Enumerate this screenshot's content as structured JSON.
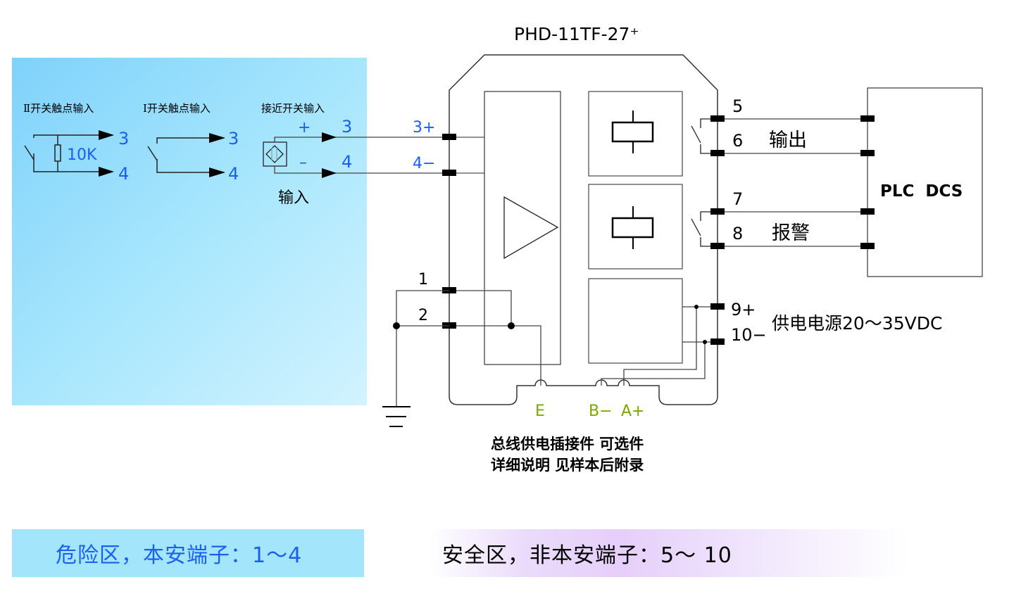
{
  "title": "PHD-11TF-27⁺",
  "hazard_panel": {
    "input_types": [
      {
        "label": "Ⅱ开关触点输入",
        "resistor": "10K",
        "pins": [
          "3",
          "4"
        ]
      },
      {
        "label": "Ⅰ开关触点输入",
        "pins": [
          "3",
          "4"
        ]
      },
      {
        "label": "接近开关输入",
        "polarity": [
          "+",
          "–"
        ],
        "pins": [
          "3",
          "4"
        ]
      }
    ],
    "input_caption": "输入"
  },
  "module": {
    "left_pins": [
      {
        "label": "3+"
      },
      {
        "label": "4−"
      },
      {
        "label": "1"
      },
      {
        "label": "2"
      }
    ],
    "right_pins": [
      {
        "label": "5"
      },
      {
        "label": "6"
      },
      {
        "label": "7"
      },
      {
        "label": "8"
      },
      {
        "label": "9+"
      },
      {
        "label": "10−"
      }
    ],
    "bus_pins": [
      "E",
      "B−",
      "A+"
    ]
  },
  "outputs": {
    "output_label": "输出",
    "alarm_label": "报警",
    "power_label": "供电电源20～35VDC",
    "plc_label": "PLC  DCS"
  },
  "notes": {
    "line1": "总线供电插接件 可选件",
    "line2": "详细说明 见样本后附录"
  },
  "zones": {
    "hazard": "危险区，本安端子：1～4",
    "safe": "安全区，非本安端子：5～ 10"
  },
  "colors": {
    "pin_label_blue": "#1a5ff0",
    "bus_label_green": "#7aa800",
    "hazard_bg": "#a3e5fb",
    "safe_bg": "#e6cffb"
  }
}
